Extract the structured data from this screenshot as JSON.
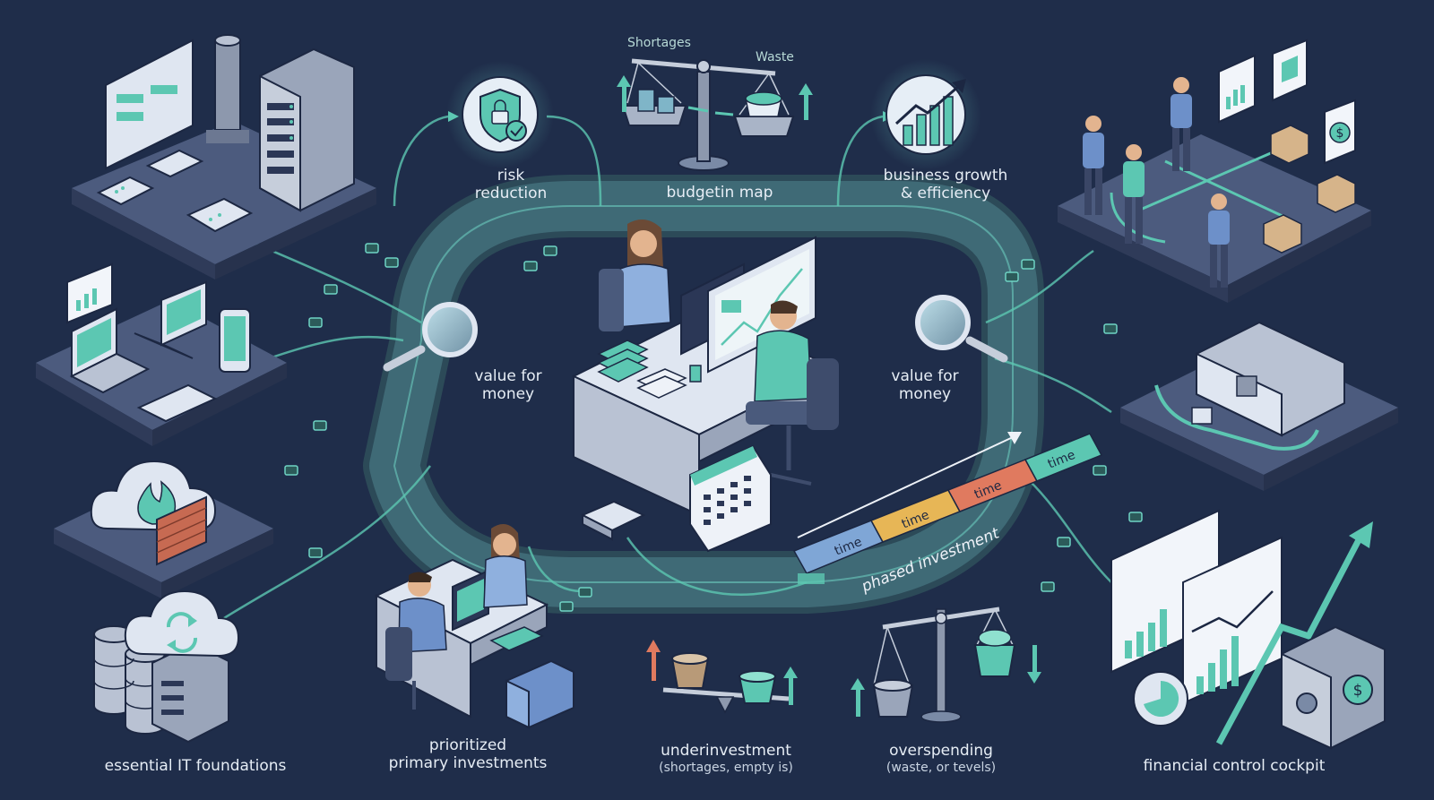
{
  "colors": {
    "background": "#1f2d4a",
    "platform": "#4a5a7c",
    "platform_side": "#2e3b58",
    "accent_teal": "#5cc7b2",
    "track": "#3e6470",
    "paper": "#dfe6f1",
    "skin": "#e3b48f"
  },
  "labels": {
    "risk_reduction": [
      "risk",
      "reduction"
    ],
    "budget_map": "budgetin map",
    "business_growth": [
      "business growth",
      "& efficiency"
    ],
    "value_left": [
      "value for",
      "money"
    ],
    "value_right": [
      "value for",
      "money"
    ],
    "essential_it": "essential IT foundations",
    "prioritized": [
      "prioritized",
      "primary investments"
    ],
    "underinvestment": {
      "title": "underinvestment",
      "detail": "(shortages, empty is)"
    },
    "overspending": {
      "title": "overspending",
      "detail": "(waste, or tevels)"
    },
    "financial_control": "financial control cockpit",
    "shortages": "Shortages",
    "waste": "Waste",
    "phased_investment": "phased investment",
    "time_segments": [
      "time",
      "time",
      "time",
      "time"
    ]
  },
  "icons": [
    "shield-lock-icon",
    "growth-chart-icon",
    "magnifier-icon",
    "balance-scale-icon",
    "calendar-icon",
    "cloud-fire-icon",
    "cloud-sync-icon",
    "server-rack-icon",
    "database-icon",
    "laptop-icon",
    "phone-icon",
    "safe-icon",
    "dollar-icon",
    "box-icon"
  ]
}
